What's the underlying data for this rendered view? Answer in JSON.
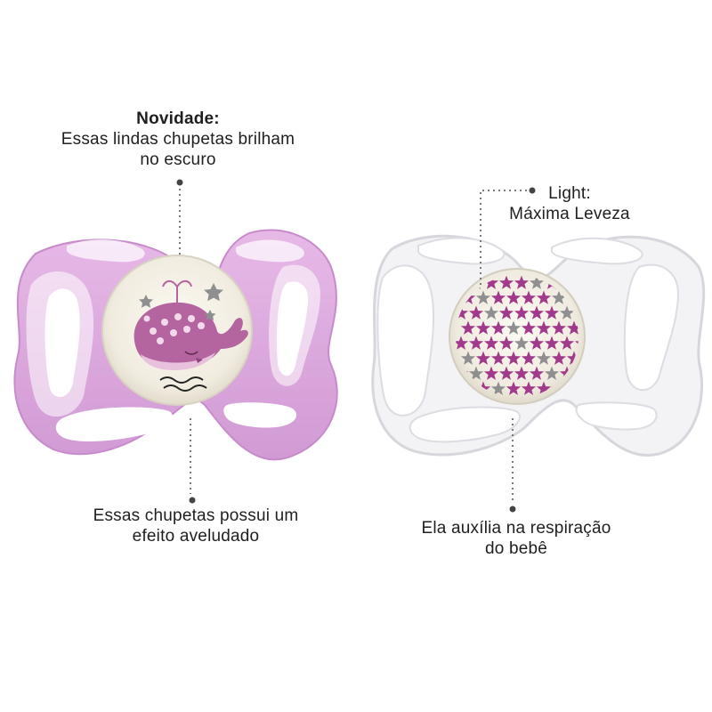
{
  "annotations": {
    "novidade": {
      "heading": "Novidade:",
      "line1": "Essas lindas chupetas brilham",
      "line2": "no escuro"
    },
    "light": {
      "heading": "Light:",
      "line1": "Máxima Leveza"
    },
    "aveludado": {
      "line1": "Essas chupetas possui um",
      "line2": "efeito aveludado"
    },
    "respiracao": {
      "line1": "Ela auxília na respiração",
      "line2": "do bebê"
    }
  },
  "colors": {
    "pink_shield": "#d9a6dc",
    "clear_shield": "#f2f2f4",
    "button_glow": "#f4f0e6",
    "whale_pink": "#b4659f",
    "star_magenta": "#a23a8b",
    "star_gray": "#8f8f8f",
    "leader_line": "#7a7a7a"
  },
  "icons": {
    "left_pacifier_design": "whale-icon",
    "right_pacifier_design": "stars-pattern"
  }
}
